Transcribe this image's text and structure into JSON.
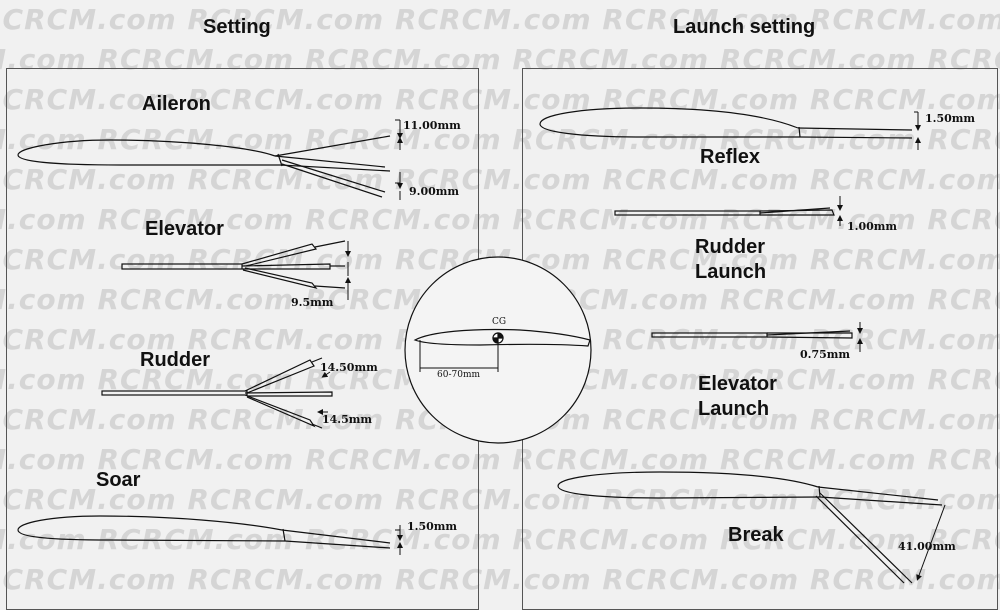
{
  "watermark": "RCRCM.com",
  "left_panel": {
    "heading": "Setting",
    "sections": {
      "aileron": {
        "label": "Aileron",
        "dim_up": "11.00mm",
        "dim_down": "9.00mm"
      },
      "elevator": {
        "label": "Elevator",
        "dim": "9.5mm"
      },
      "rudder": {
        "label": "Rudder",
        "dim_up": "14.50mm",
        "dim_down": "14.5mm"
      },
      "soar": {
        "label": "Soar",
        "dim": "1.50mm"
      }
    }
  },
  "right_panel": {
    "heading": "Launch setting",
    "sections": {
      "reflex": {
        "label": "Reflex",
        "dim": "1.50mm"
      },
      "rudder_launch": {
        "label_line1": "Rudder",
        "label_line2": "Launch",
        "dim": "1.00mm"
      },
      "elevator_launch": {
        "label_line1": "Elevator",
        "label_line2": "Launch",
        "dim": "0.75mm"
      },
      "break": {
        "label": "Break",
        "dim": "41.00mm"
      }
    }
  },
  "cg_detail": {
    "cg_label": "CG",
    "dim": "60-70mm"
  }
}
